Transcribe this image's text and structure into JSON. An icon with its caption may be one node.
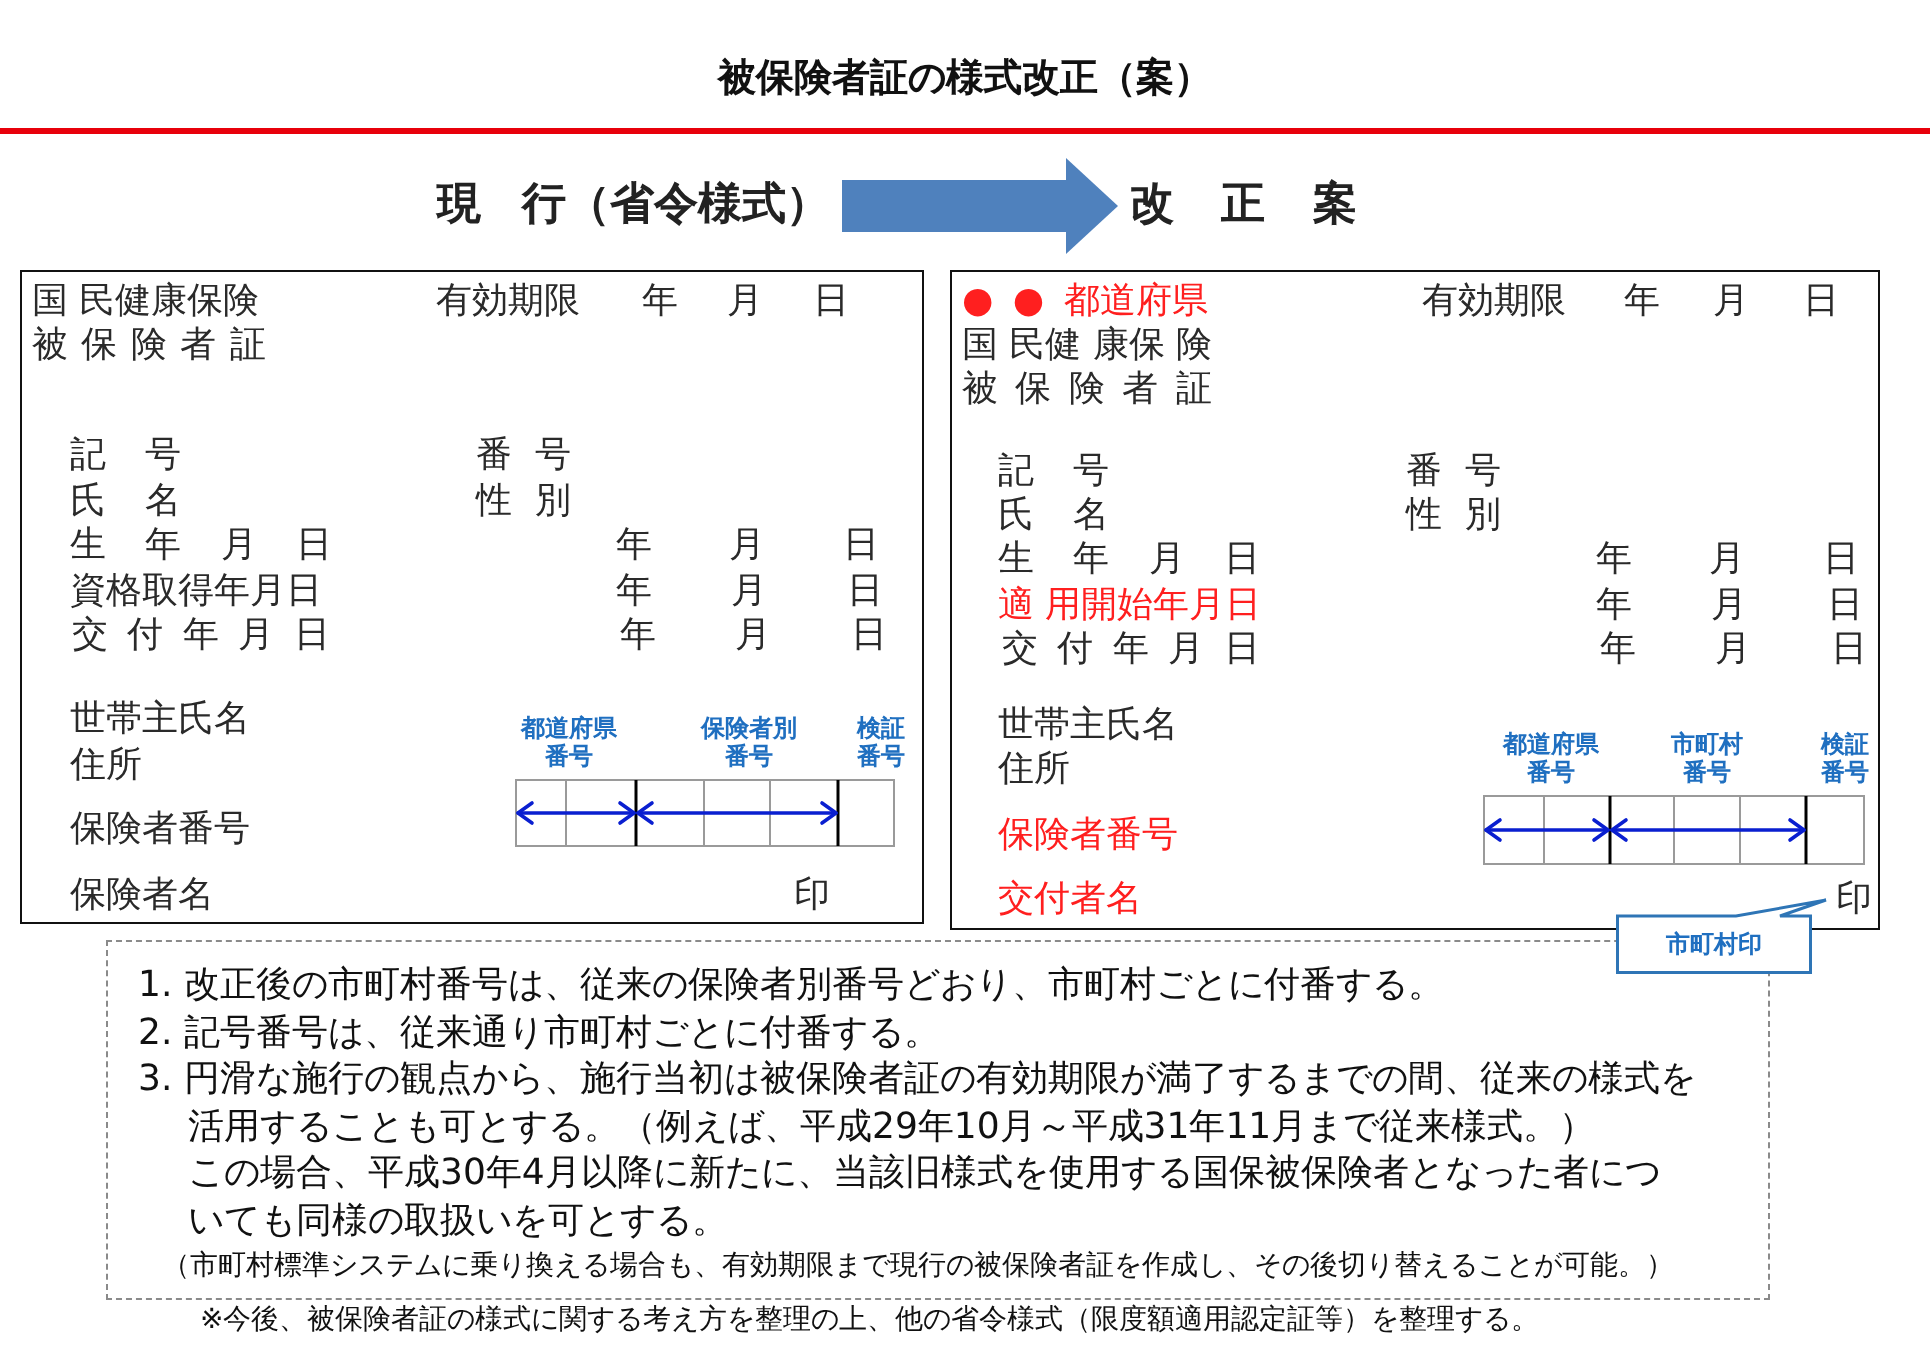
{
  "diagram": {
    "title": "被保険者証の様式改正（案）",
    "nodes": [
      {
        "text": [
          "現 行（省令様式）"
        ]
      },
      {
        "text": [
          "改 正 案"
        ]
      },
      {
        "text": [
          "国 民健康保険",
          "有効期限",
          "年 月 日",
          "被 保 険 者 証",
          "記 号",
          "番 号",
          "氏 名",
          "性 別",
          "生 年 月 日",
          "年 月 日",
          "資格取得年月日",
          "年 月 日",
          "交 付 年 月 日",
          "年 月 日",
          "世帯主氏名",
          "住所",
          "都道府県番号",
          "保険者別番号",
          "検証番号",
          "保険者番号",
          "保険者名",
          "印"
        ]
      },
      {
        "text": [
          "● ● 都道府県",
          "有効期限",
          "年 月 日",
          "国 民健 康保 険",
          "被 保 険 者 証",
          "記 号",
          "番 号",
          "氏 名",
          "性 別",
          "生 年 月 日",
          "年 月 日",
          "適 用開始年月日",
          "年 月 日",
          "交 付 年 月 日",
          "年 月 日",
          "世帯主氏名",
          "住所",
          "都道府県番号",
          "市町村番号",
          "検証番号",
          "保険者番号",
          "交付者名",
          "印"
        ]
      },
      {
        "text": [
          "市町村印"
        ]
      },
      {
        "text": [
          "1. 改正後の市町村番号は、従来の保険者別番号どおり、市町村ごとに付番する。",
          "2. 記号番号は、従来通り市町村ごとに付番する。",
          "3. 円滑な施行の観点から、施行当初は被保険者証の有効期限が満了するまでの間、従来の様式を活用することも可とする。（例えば、平成29年10月～平成31年11月まで従来様式。）",
          "この場合、平成30年4月以降に新たに、当該旧様式を使用する国保被保険者となった者についても同様の取扱いを可とする。",
          "（市町村標準システムに乗り換える場合も、有効期限まで現行の被保険者証を作成し、その後切り替えることが可能。）"
        ]
      }
    ],
    "edges": [
      {
        "from": 0,
        "to": 1,
        "arrow": "to",
        "color": "#4f81bd"
      }
    ],
    "labels": [
      "※今後、被保険者証の様式に関する考え方を整理の上、他の省令様式（限度額適用認定証等）を整理する。"
    ]
  }
}
